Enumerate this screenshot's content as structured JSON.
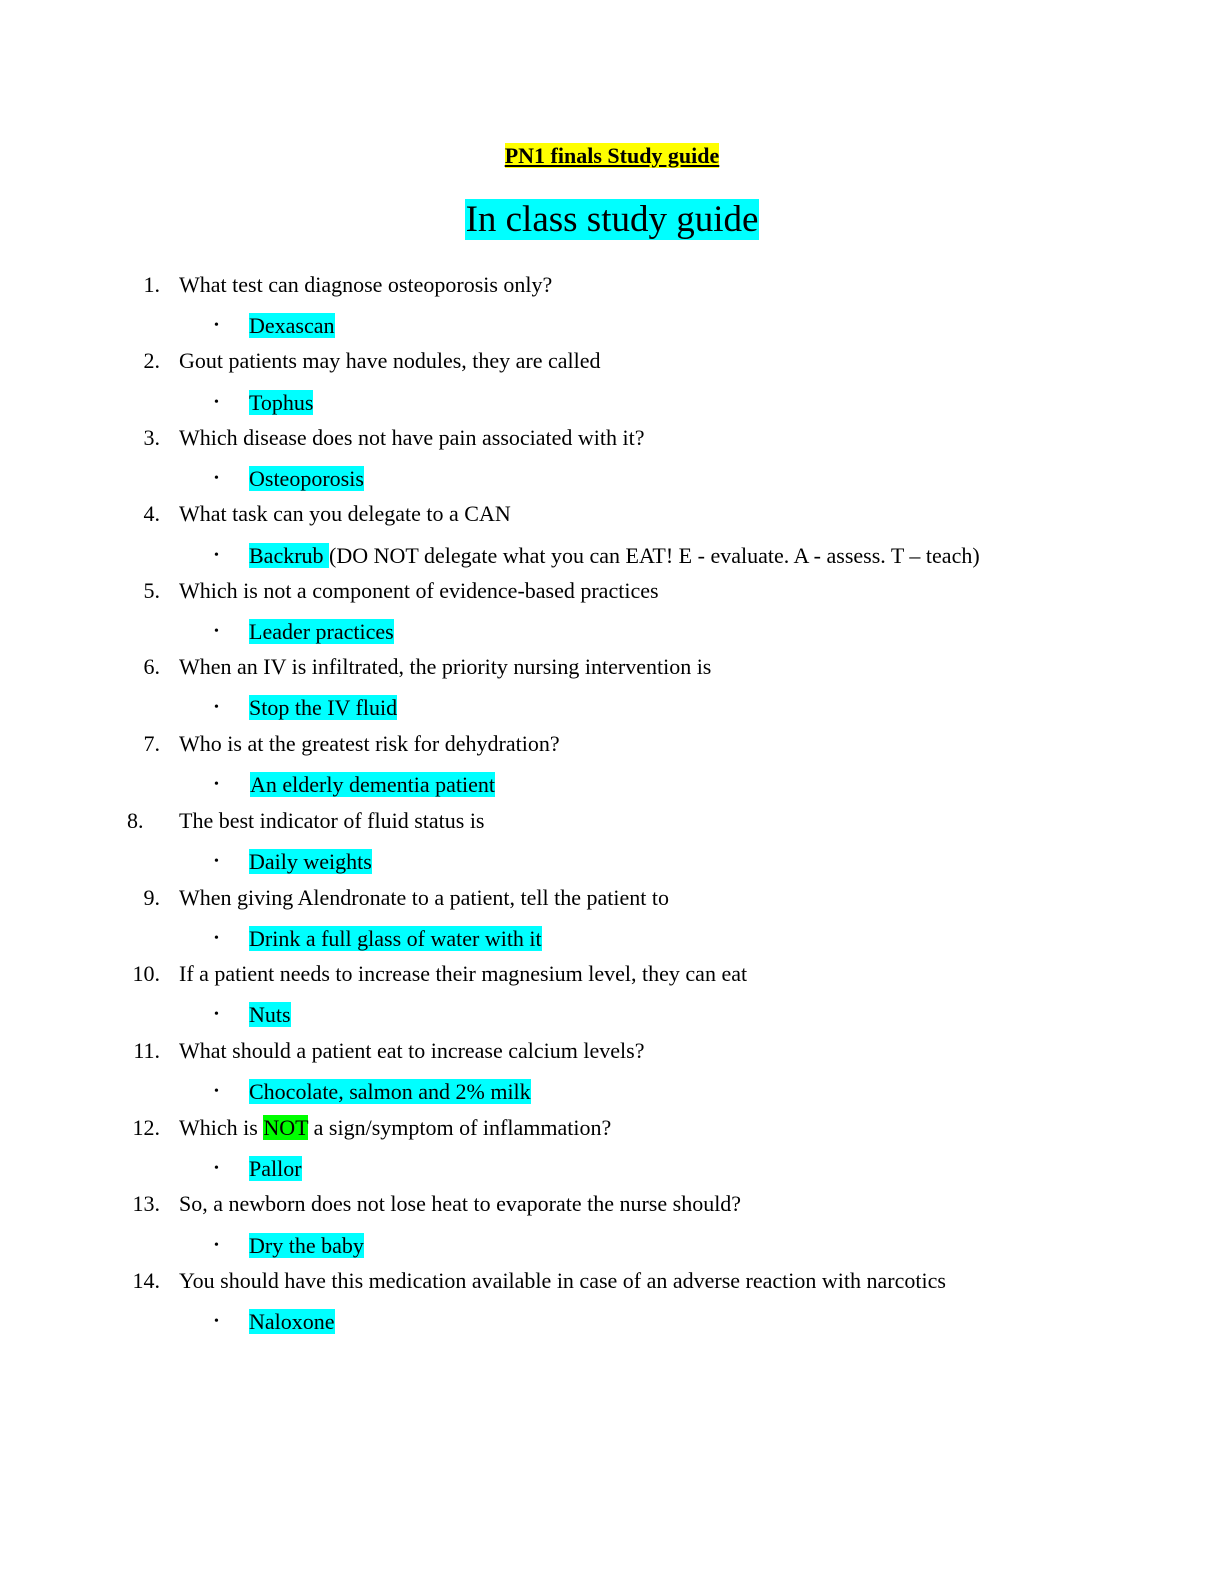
{
  "title": "PN1 finals Study guide",
  "subtitle": "In class study guide",
  "colors": {
    "title_highlight": "#ffff00",
    "answer_highlight": "#00ffff",
    "emphasis_highlight": "#00ff00"
  },
  "bullet_glyph": "•",
  "questions": [
    {
      "num": "1.",
      "text": "What test can diagnose osteoporosis only?",
      "answer": "Dexascan"
    },
    {
      "num": "2.",
      "text": "Gout patients may have nodules, they are called",
      "answer": "Tophus"
    },
    {
      "num": "3.",
      "text": "Which disease does not have pain associated with it?",
      "answer": "Osteoporosis"
    },
    {
      "num": "4.",
      "text": "What task can you delegate to a CAN",
      "answer": "Backrub",
      "answer_mark": " ",
      "answer_note": "(DO NOT delegate what you can EAT! E - evaluate. A - assess. T – teach)"
    },
    {
      "num": "5.",
      "text": "Which is not a component of evidence-based practices",
      "answer": "Leader practices"
    },
    {
      "num": "6.",
      "text": "When an IV is infiltrated, the priority nursing intervention is",
      "answer": "Stop the IV fluid"
    },
    {
      "num": "7.",
      "text": "Who is at the greatest risk for dehydration?",
      "answer": "An elderly dementia patient"
    },
    {
      "num": "8.",
      "text": "The best indicator of fluid status is",
      "answer": "Daily weights"
    },
    {
      "num": "9.",
      "text": "When giving Alendronate to a patient, tell the patient to",
      "answer": "Drink a full glass of water with it"
    },
    {
      "num": "10.",
      "text": "If a patient needs to increase their magnesium level, they can eat",
      "answer": "Nuts"
    },
    {
      "num": "11.",
      "text": "What should a patient eat to increase calcium levels?",
      "answer": "Chocolate, salmon and 2% milk"
    },
    {
      "num": "12.",
      "text_before": "Which is ",
      "text_emph": "NOT",
      "text_after": " a sign/symptom of inflammation?",
      "answer": "Pallor"
    },
    {
      "num": "13.",
      "text": "So, a newborn does not lose heat to evaporate the nurse should?",
      "answer": "Dry the baby"
    },
    {
      "num": "14.",
      "text": "You should have this medication available in case of an adverse reaction with narcotics",
      "answer": "Naloxone"
    }
  ]
}
